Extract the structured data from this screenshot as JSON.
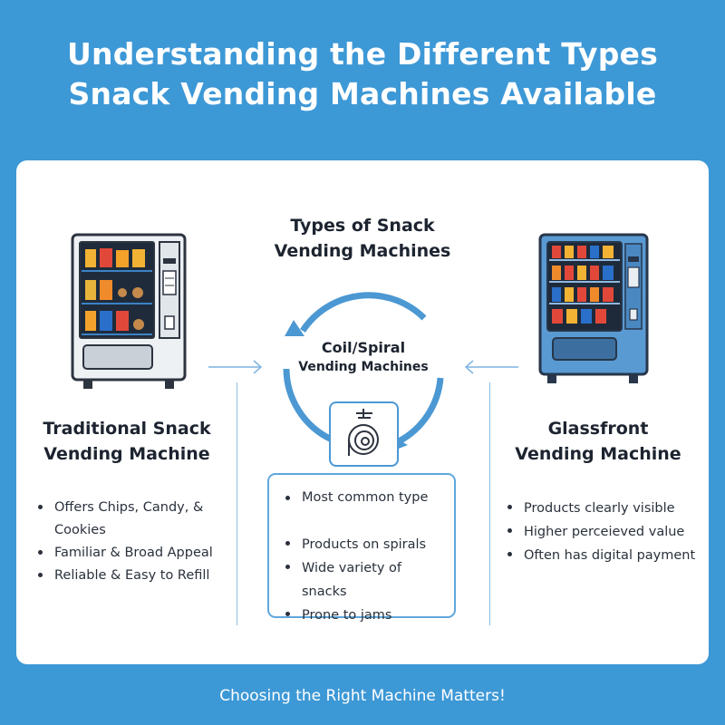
{
  "header": {
    "title_line1": "Understanding the Different Types",
    "title_line2": "Snack Vending Machines Available"
  },
  "center": {
    "heading_line1": "Types of Snack",
    "heading_line2": "Vending Machines",
    "cycle_label_line1": "Coil/Spiral",
    "cycle_label_line2": "Vending Machines",
    "icon": "coil-spiral-icon",
    "bullets": [
      "Most common type",
      "Products on spirals",
      "Wide variety of snacks",
      "Prone to jams"
    ]
  },
  "left": {
    "title_line1": "Traditional Snack",
    "title_line2": "Vending Machine",
    "icon": "traditional-vending-machine-icon",
    "bullets": [
      "Offers Chips, Candy, &",
      "Cookies",
      "Familiar & Broad Appeal",
      "Reliable & Easy to Refill"
    ]
  },
  "right": {
    "title_line1": "Glassfront",
    "title_line2": "Vending Machine",
    "icon": "glassfront-vending-machine-icon",
    "bullets": [
      "Products clearly visible",
      "Higher perceieved value",
      "Often has digital payment"
    ]
  },
  "footer": {
    "text": "Choosing the Right Machine Matters!"
  },
  "colors": {
    "background": "#3d98d6",
    "accent": "#4b98d3",
    "card": "#ffffff"
  }
}
